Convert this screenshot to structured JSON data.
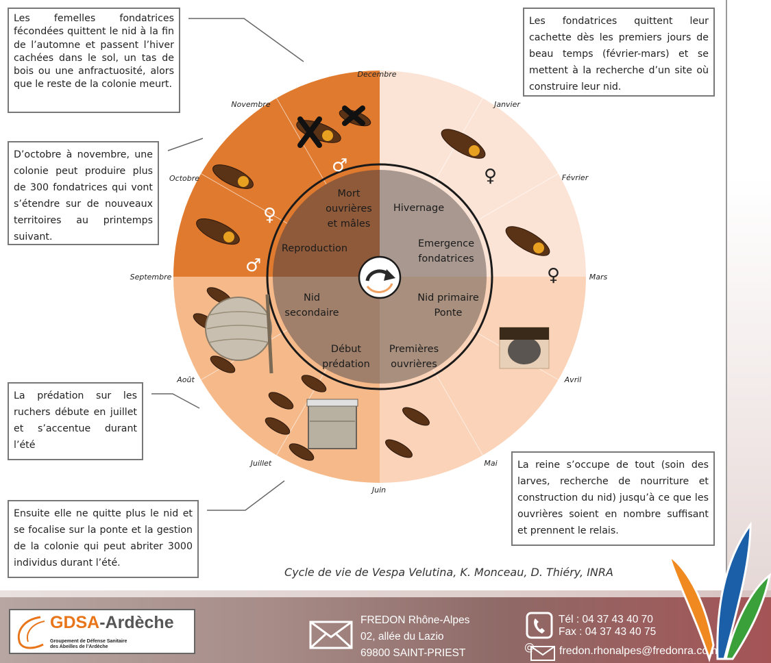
{
  "months": [
    "Decembre",
    "Janvier",
    "Février",
    "Mars",
    "Avril",
    "Mai",
    "Juin",
    "Juillet",
    "Août",
    "Septembre",
    "Octobre",
    "Novembre"
  ],
  "inner_labels": {
    "mort": [
      "Mort",
      "ouvrières",
      "et mâles"
    ],
    "hivernage": [
      "Hivernage"
    ],
    "emergence": [
      "Emergence",
      "fondatrices"
    ],
    "reproduction": [
      "Reproduction"
    ],
    "nid_secondaire": [
      "Nid",
      "secondaire"
    ],
    "nid_primaire": [
      "Nid primaire",
      "Ponte"
    ],
    "debut_predation": [
      "Début",
      "prédation"
    ],
    "premieres_ouvrieres": [
      "Premières",
      "ouvrières"
    ]
  },
  "symbols": {
    "female": "♀",
    "male": "♂"
  },
  "callouts": {
    "top_left": "Les femelles fondatrices fécondées quittent le nid à la fin de l’automne et passent l’hiver cachées dans le sol, un tas de bois ou une anfractuosité, alors que le reste de la colonie meurt.",
    "mid_left": "D’octobre à novembre, une colonie peut produire plus de 300 fondatrices qui vont s’étendre sur de nouveaux territoires au printemps suivant.",
    "lower_left": "La prédation sur les ruchers débute en juillet et s’accentue durant l’été",
    "bottom_left": "Ensuite elle ne quitte plus le nid et se focalise sur la ponte et la gestion de la colonie qui peut abriter 3000 individus durant l’été.",
    "top_right": "Les fondatrices quittent leur cachette dès les premiers jours de beau temps (février-mars) et se mettent à la recherche d’un site où construire leur nid.",
    "bottom_right": "La reine s’occupe de tout (soin des larves, recherche de nourriture et construction du nid) jusqu’à ce que les ouvrières soient en nombre suffisant et prennent le relais."
  },
  "caption": "Cycle de vie de Vespa Velutina, K. Monceau, D. Thiéry, INRA",
  "footer": {
    "logo_gdsa": "GDSA",
    "logo_rest": "-Ardèche",
    "logo_sub1": "Groupement de Défense Sanitaire",
    "logo_sub2": "des Abeilles de l’Ardèche",
    "address": [
      "FREDON Rhône-Alpes",
      "02, allée du Lazio",
      "69800 SAINT-PRIEST"
    ],
    "tel": "Tél : 04 37 43 40 70",
    "fax": "Fax : 04 37 43 40 75",
    "email": "fredon.rhonalpes@fredonra.com"
  },
  "colors": {
    "autumn": "#e07a2f",
    "winter": "#fbe4d6",
    "spring": "#fad3b8",
    "summer": "#f5b98a",
    "inner_autumn": "#8f5a3a",
    "inner_winter": "#a89890",
    "inner_spring": "#a88f7e",
    "inner_summer": "#a0806a"
  }
}
